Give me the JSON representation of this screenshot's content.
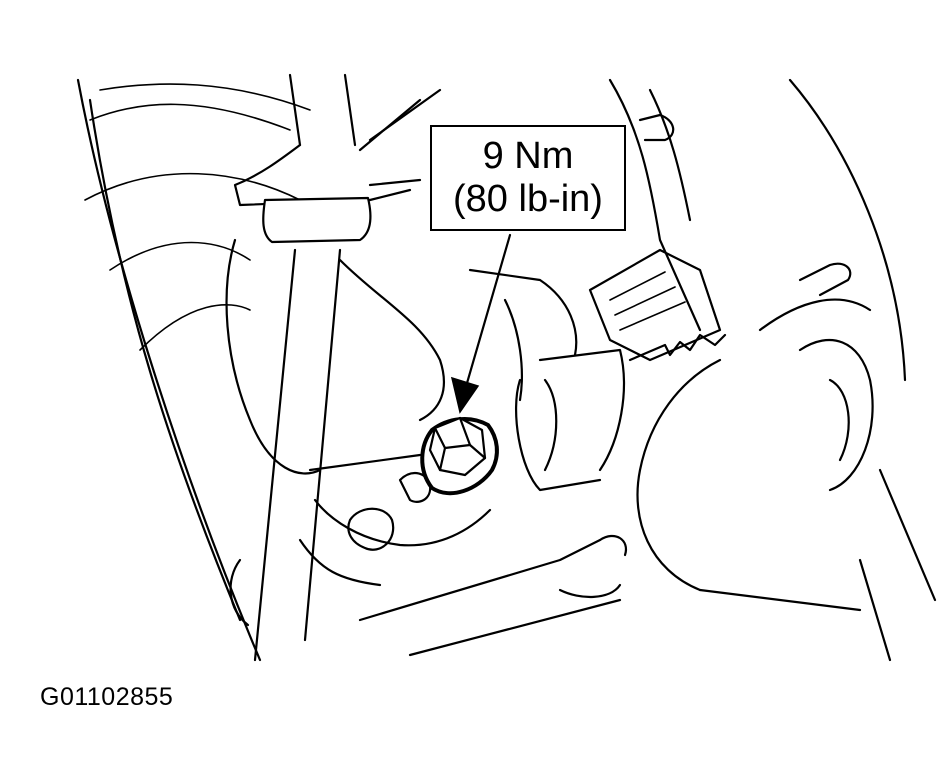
{
  "callout": {
    "torque_nm": "9 Nm",
    "torque_lbin": "(80 lb-in)"
  },
  "figure_id": "G01102855",
  "colors": {
    "line": "#000000",
    "background": "#ffffff"
  }
}
